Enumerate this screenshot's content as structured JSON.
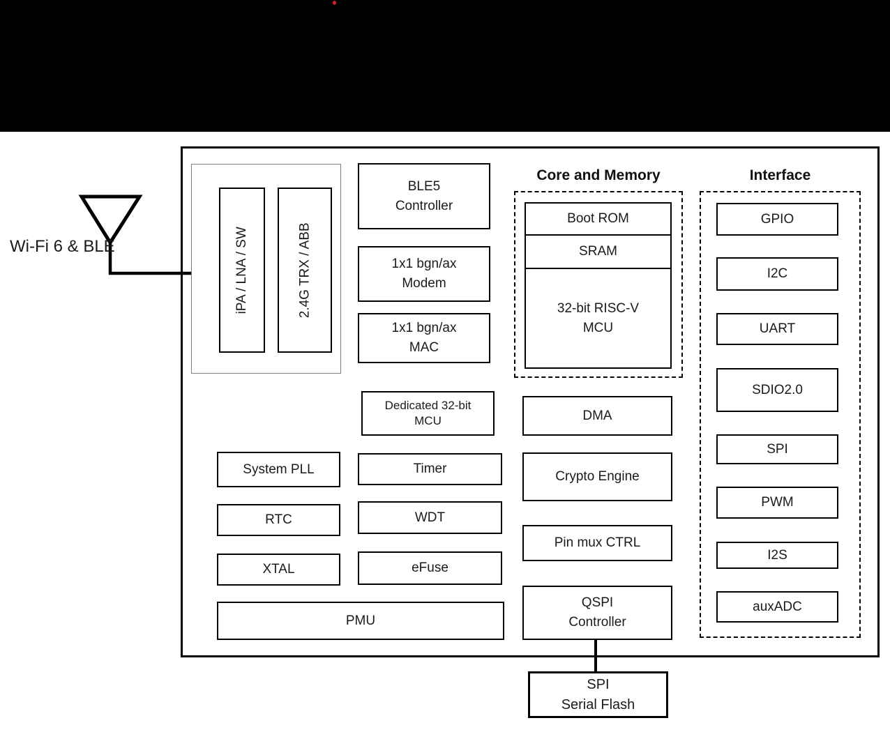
{
  "header": {
    "bar_color": "#000000",
    "dot_color": "#d41e2a"
  },
  "antenna": {
    "label": "Wi-Fi 6 & BLE"
  },
  "radio_group": {
    "ipa_label": "iPA / LNA / SW",
    "trx_label": "2.4G TRX / ABB"
  },
  "wireless": {
    "ble5": {
      "line1": "BLE5",
      "line2": "Controller"
    },
    "modem": {
      "line1": "1x1 bgn/ax",
      "line2": "Modem"
    },
    "mac": {
      "line1": "1x1 bgn/ax",
      "line2": "MAC"
    }
  },
  "core_memory": {
    "title": "Core and Memory",
    "boot_rom": "Boot ROM",
    "sram": "SRAM",
    "mcu": {
      "line1": "32-bit RISC-V",
      "line2": "MCU"
    }
  },
  "interface": {
    "title": "Interface",
    "items": [
      "GPIO",
      "I2C",
      "UART",
      "SDIO2.0",
      "SPI",
      "PWM",
      "I2S",
      "auxADC"
    ]
  },
  "system": {
    "dedicated_mcu": {
      "line1": "Dedicated 32-bit",
      "line2": "MCU"
    },
    "system_pll": "System PLL",
    "rtc": "RTC",
    "xtal": "XTAL",
    "pmu": "PMU",
    "timer": "Timer",
    "wdt": "WDT",
    "efuse": "eFuse",
    "dma": "DMA",
    "crypto_engine": "Crypto Engine",
    "pin_mux": "Pin mux CTRL",
    "qspi": {
      "line1": "QSPI",
      "line2": "Controller"
    }
  },
  "external": {
    "spi_flash": {
      "line1": "SPI",
      "line2": "Serial Flash"
    }
  }
}
